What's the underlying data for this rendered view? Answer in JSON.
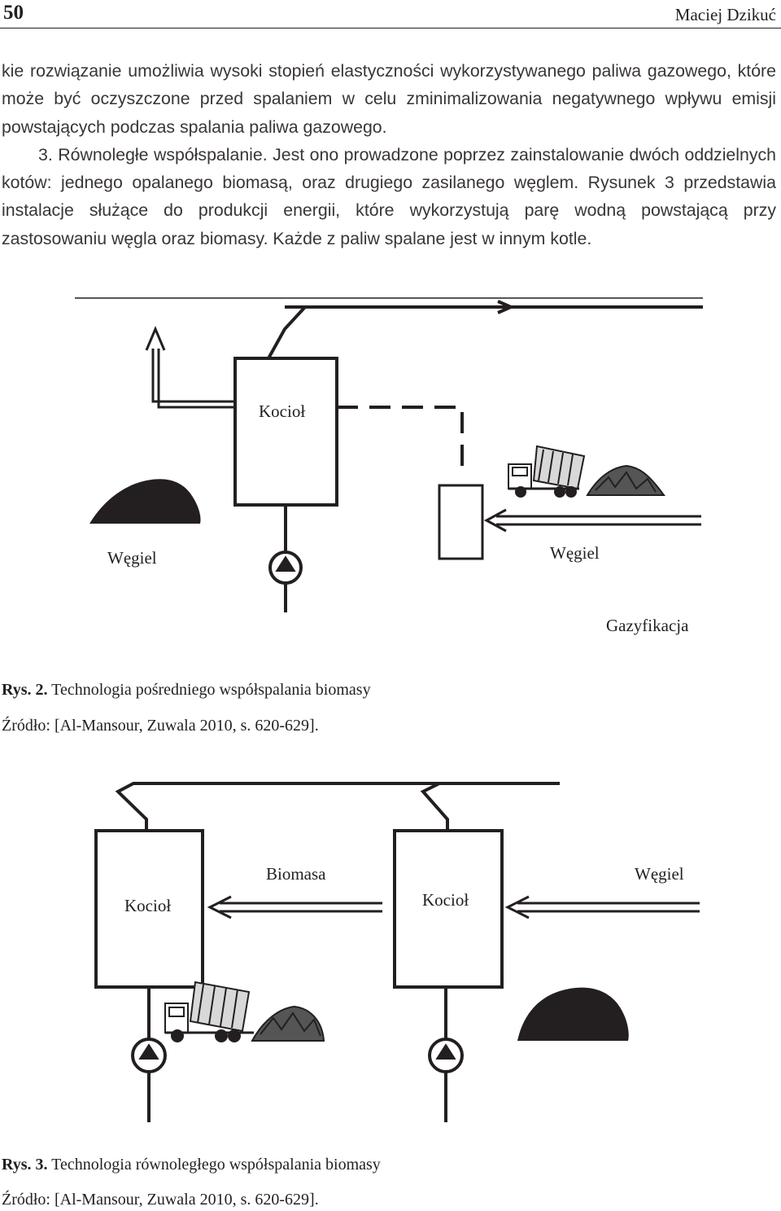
{
  "header": {
    "page_number": "50",
    "author": "Maciej Dzikuć"
  },
  "paragraphs": [
    "kie rozwiązanie umożliwia wysoki stopień elastyczności wykorzystywanego paliwa gazowego, które może być oczyszczone przed spalaniem w celu zminimalizowania negatywnego wpływu emisji powstających podczas spalania paliwa gazowego.",
    "3. Równoległe współspalanie. Jest ono prowadzone poprzez zainstalowanie dwóch oddzielnych kotów: jednego opalanego biomasą, oraz drugiego zasilanego węglem. Rysunek 3 przedstawia instalacje służące do produkcji energii, które wykorzystują parę wodną powstającą przy zastosowaniu węgla oraz biomasy. Każde z paliw spalane jest w innym kotle."
  ],
  "figure2": {
    "labels": {
      "boiler": "Kocioł",
      "coal_left": "Węgiel",
      "coal_right": "Węgiel",
      "gasification": "Gazyfikacja"
    },
    "caption_number": "Rys. 2.",
    "caption_text": "Technologia pośredniego współspalania biomasy",
    "source": "Źródło: [Al-Mansour, Zuwala 2010, s. 620-629]."
  },
  "figure3": {
    "labels": {
      "boiler_left": "Kocioł",
      "boiler_right": "Kocioł",
      "biomass": "Biomasa",
      "coal": "Węgiel"
    },
    "caption_number": "Rys. 3.",
    "caption_text": "Technologia równoległego współspalania biomasy",
    "source": "Źródło: [Al-Mansour, Zuwala 2010, s. 620-629]."
  }
}
